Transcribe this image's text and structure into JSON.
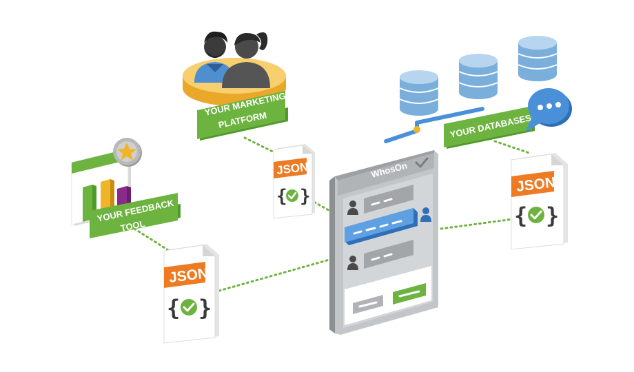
{
  "labels": {
    "marketing_line1": "YOUR MARKETING",
    "marketing_line2": "PLATFORM",
    "databases": "YOUR DATABASES",
    "feedback_line1": "YOUR FEEDBACK",
    "feedback_line2": "TOOL"
  },
  "json_docs": {
    "marketing": "JSON",
    "databases": "JSON",
    "feedback": "JSON"
  },
  "widget": {
    "title": "WhosOn"
  },
  "icons": {
    "check": "check-circle-icon",
    "star": "star-icon",
    "chat": "chat-bubble-icon",
    "people": "people-icon",
    "database": "database-icon"
  },
  "colors": {
    "green": "#6cb33f",
    "orange": "#ee7a22",
    "blue_db": "#9cc3e6",
    "chat_blue": "#4a90d9",
    "gold": "#f0b429",
    "purple": "#8a2b8c",
    "widget_gray": "#b9bcbf"
  }
}
